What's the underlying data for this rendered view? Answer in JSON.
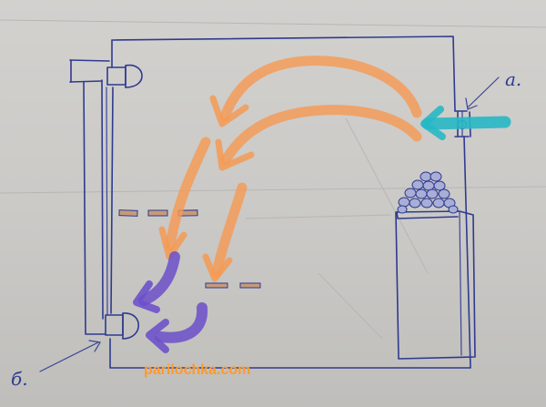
{
  "labels": {
    "inlet_mark": "а.",
    "outlet_mark": "б.",
    "watermark": "parilochka.com"
  },
  "colors": {
    "paper": "#cbcac7",
    "ink": "#2f3a8f",
    "warm_air": "#f59a54",
    "cool_air": "#6b4fc9",
    "fresh_air": "#27b8c4",
    "watermark": "#ff9a2a"
  }
}
